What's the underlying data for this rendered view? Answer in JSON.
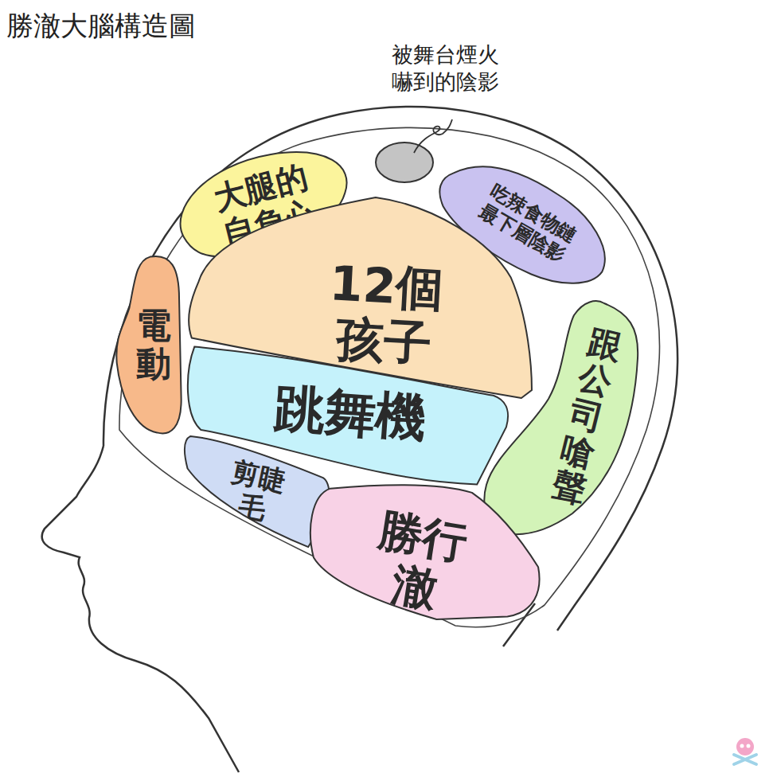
{
  "diagram": {
    "title": "勝澈大腦構造圖",
    "nodes": [
      {
        "text": [
          "大腿的 自負心"
        ]
      },
      {
        "text": [
          "吃辣食物鏈 最下層陰影"
        ]
      },
      {
        "text": [
          "電動"
        ]
      },
      {
        "text": [
          "12個孩子"
        ]
      },
      {
        "text": [
          "跟公司嗆聲"
        ]
      },
      {
        "text": [
          "跳舞機"
        ]
      },
      {
        "text": [
          "剪睫毛"
        ]
      },
      {
        "text": [
          "勝行澈"
        ]
      }
    ],
    "labels": [
      "被舞台煙火 嚇到的陰影"
    ]
  }
}
